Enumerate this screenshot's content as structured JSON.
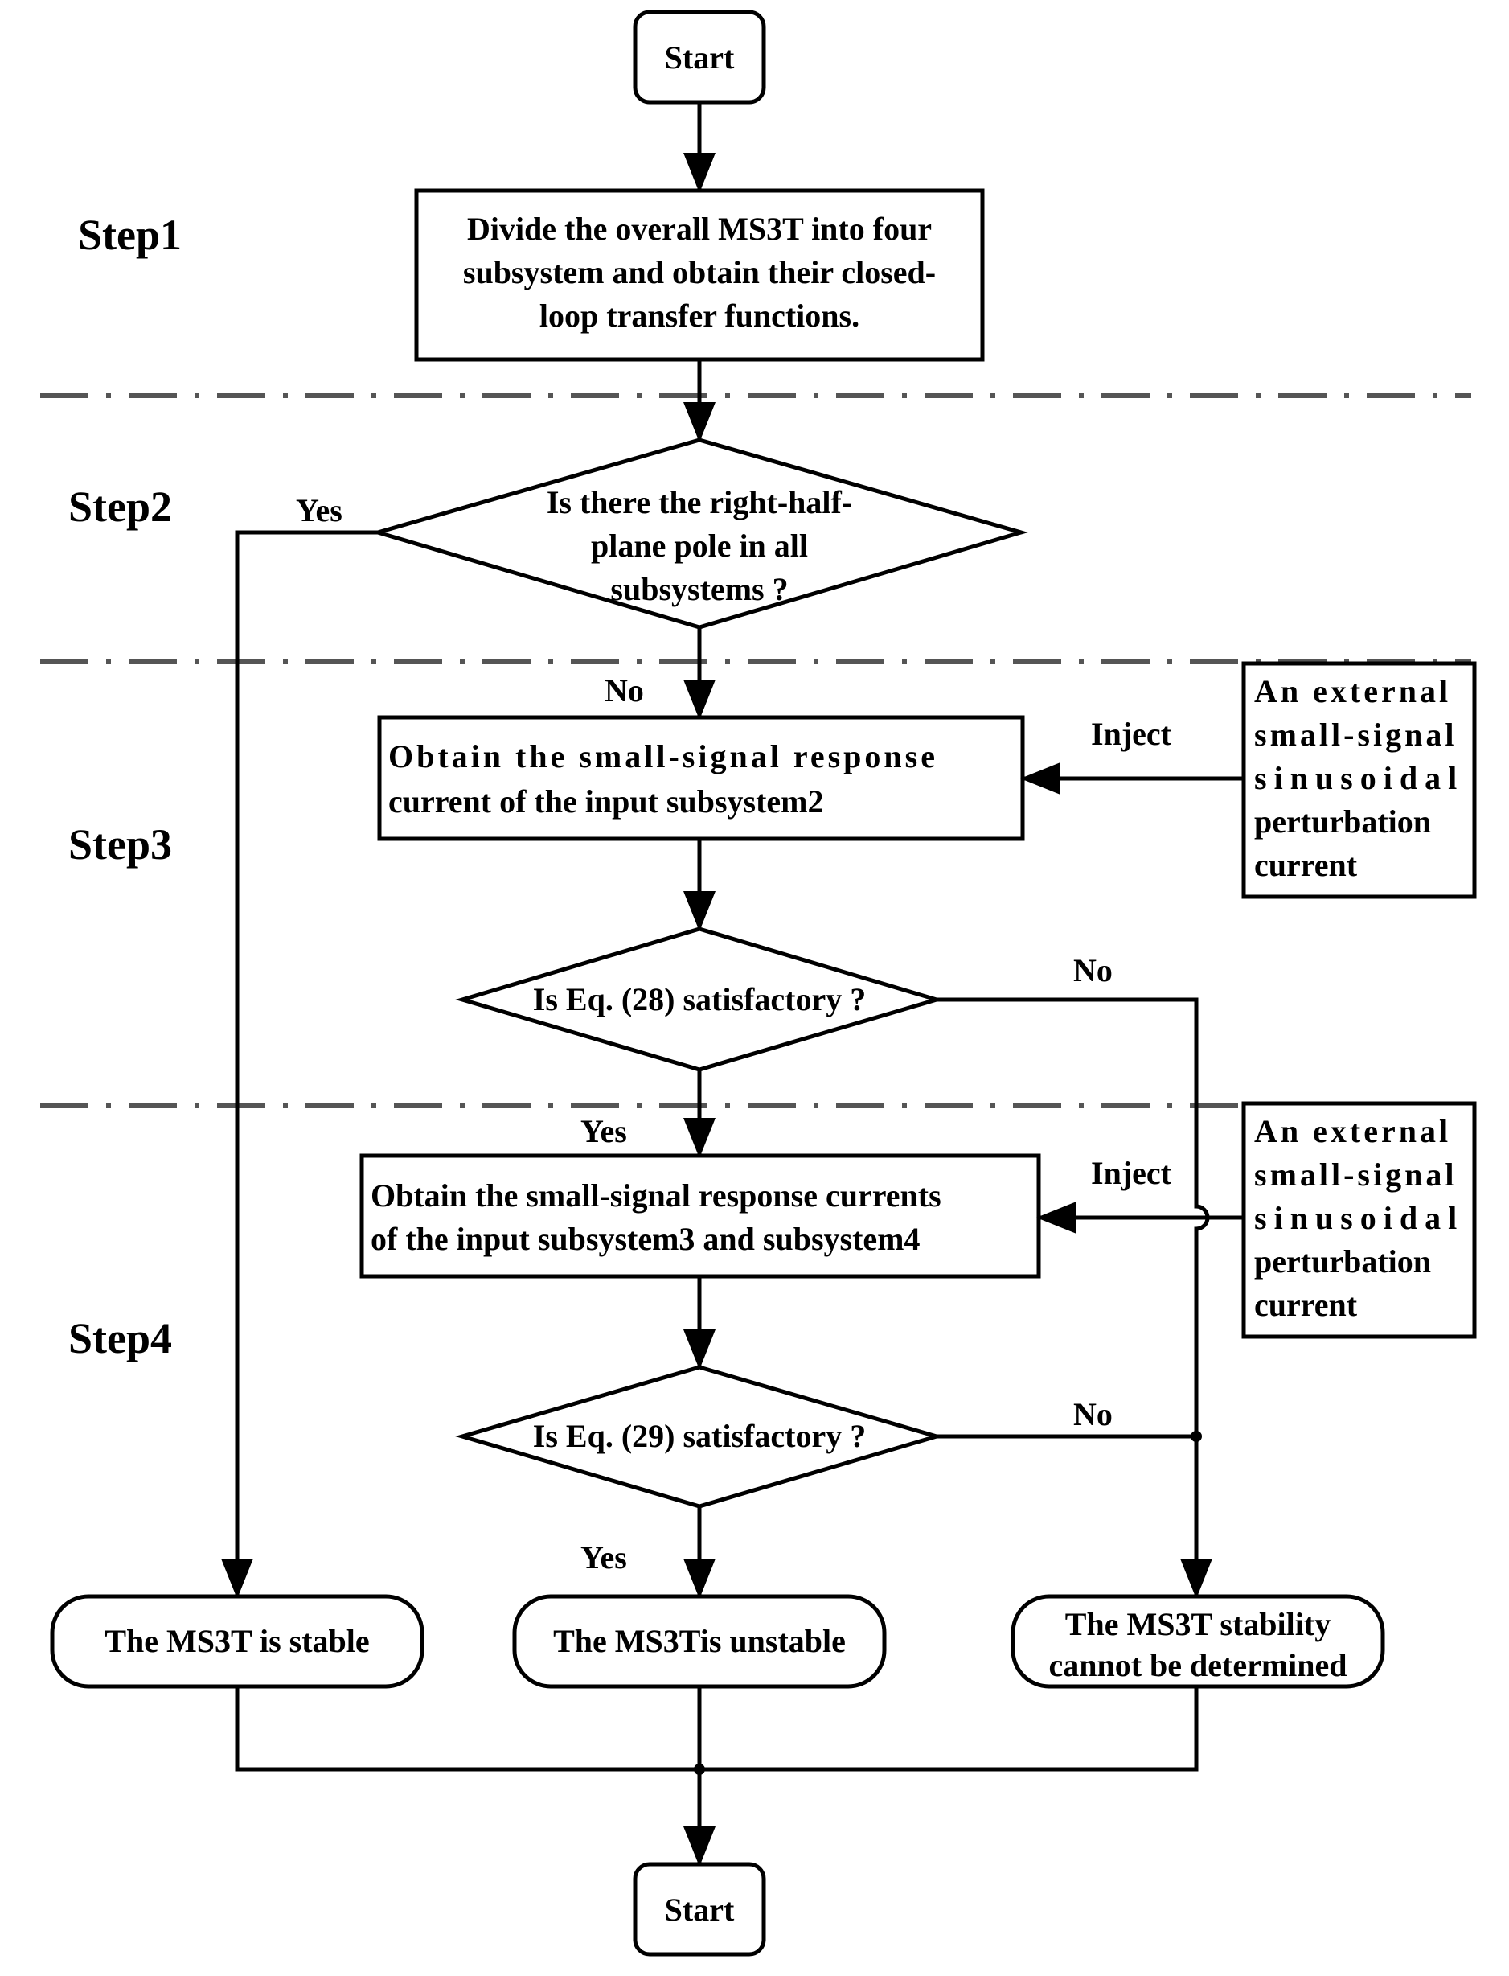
{
  "colors": {
    "line": "#000000",
    "separator": "#555555",
    "background": "#ffffff"
  },
  "steps": {
    "step1": "Step1",
    "step2": "Step2",
    "step3": "Step3",
    "step4": "Step4"
  },
  "nodes": {
    "start_top": "Start",
    "divide": [
      "Divide the overall MS3T into four",
      "subsystem and obtain their closed-",
      "loop transfer functions."
    ],
    "decision_rhp": [
      "Is there the right-half-",
      "plane pole in all",
      "subsystems ?"
    ],
    "obtain_subsystem2": [
      "Obtain the small-signal response",
      "current of the input subsystem2"
    ],
    "decision_eq28": "Is Eq. (28) satisfactory ?",
    "obtain_subsystem34": [
      "Obtain the small-signal response currents",
      "of the input subsystem3 and subsystem4"
    ],
    "decision_eq29": "Is Eq. (29) satisfactory ?",
    "perturbation_1": [
      "An external",
      "small-signal",
      "sinusoidal",
      "perturbation",
      "current"
    ],
    "perturbation_2": [
      "An external",
      "small-signal",
      "sinusoidal",
      "perturbation",
      "current"
    ],
    "result_stable": "The MS3T is stable",
    "result_unstable": "The MS3Tis unstable",
    "result_undetermined": [
      "The MS3T stability",
      "cannot be determined"
    ],
    "start_bottom": "Start"
  },
  "edge_labels": {
    "rhp_yes": "Yes",
    "rhp_no": "No",
    "inject_1": "Inject",
    "eq28_no": "No",
    "eq28_yes": "Yes",
    "inject_2": "Inject",
    "eq29_no": "No",
    "eq29_yes": "Yes"
  }
}
